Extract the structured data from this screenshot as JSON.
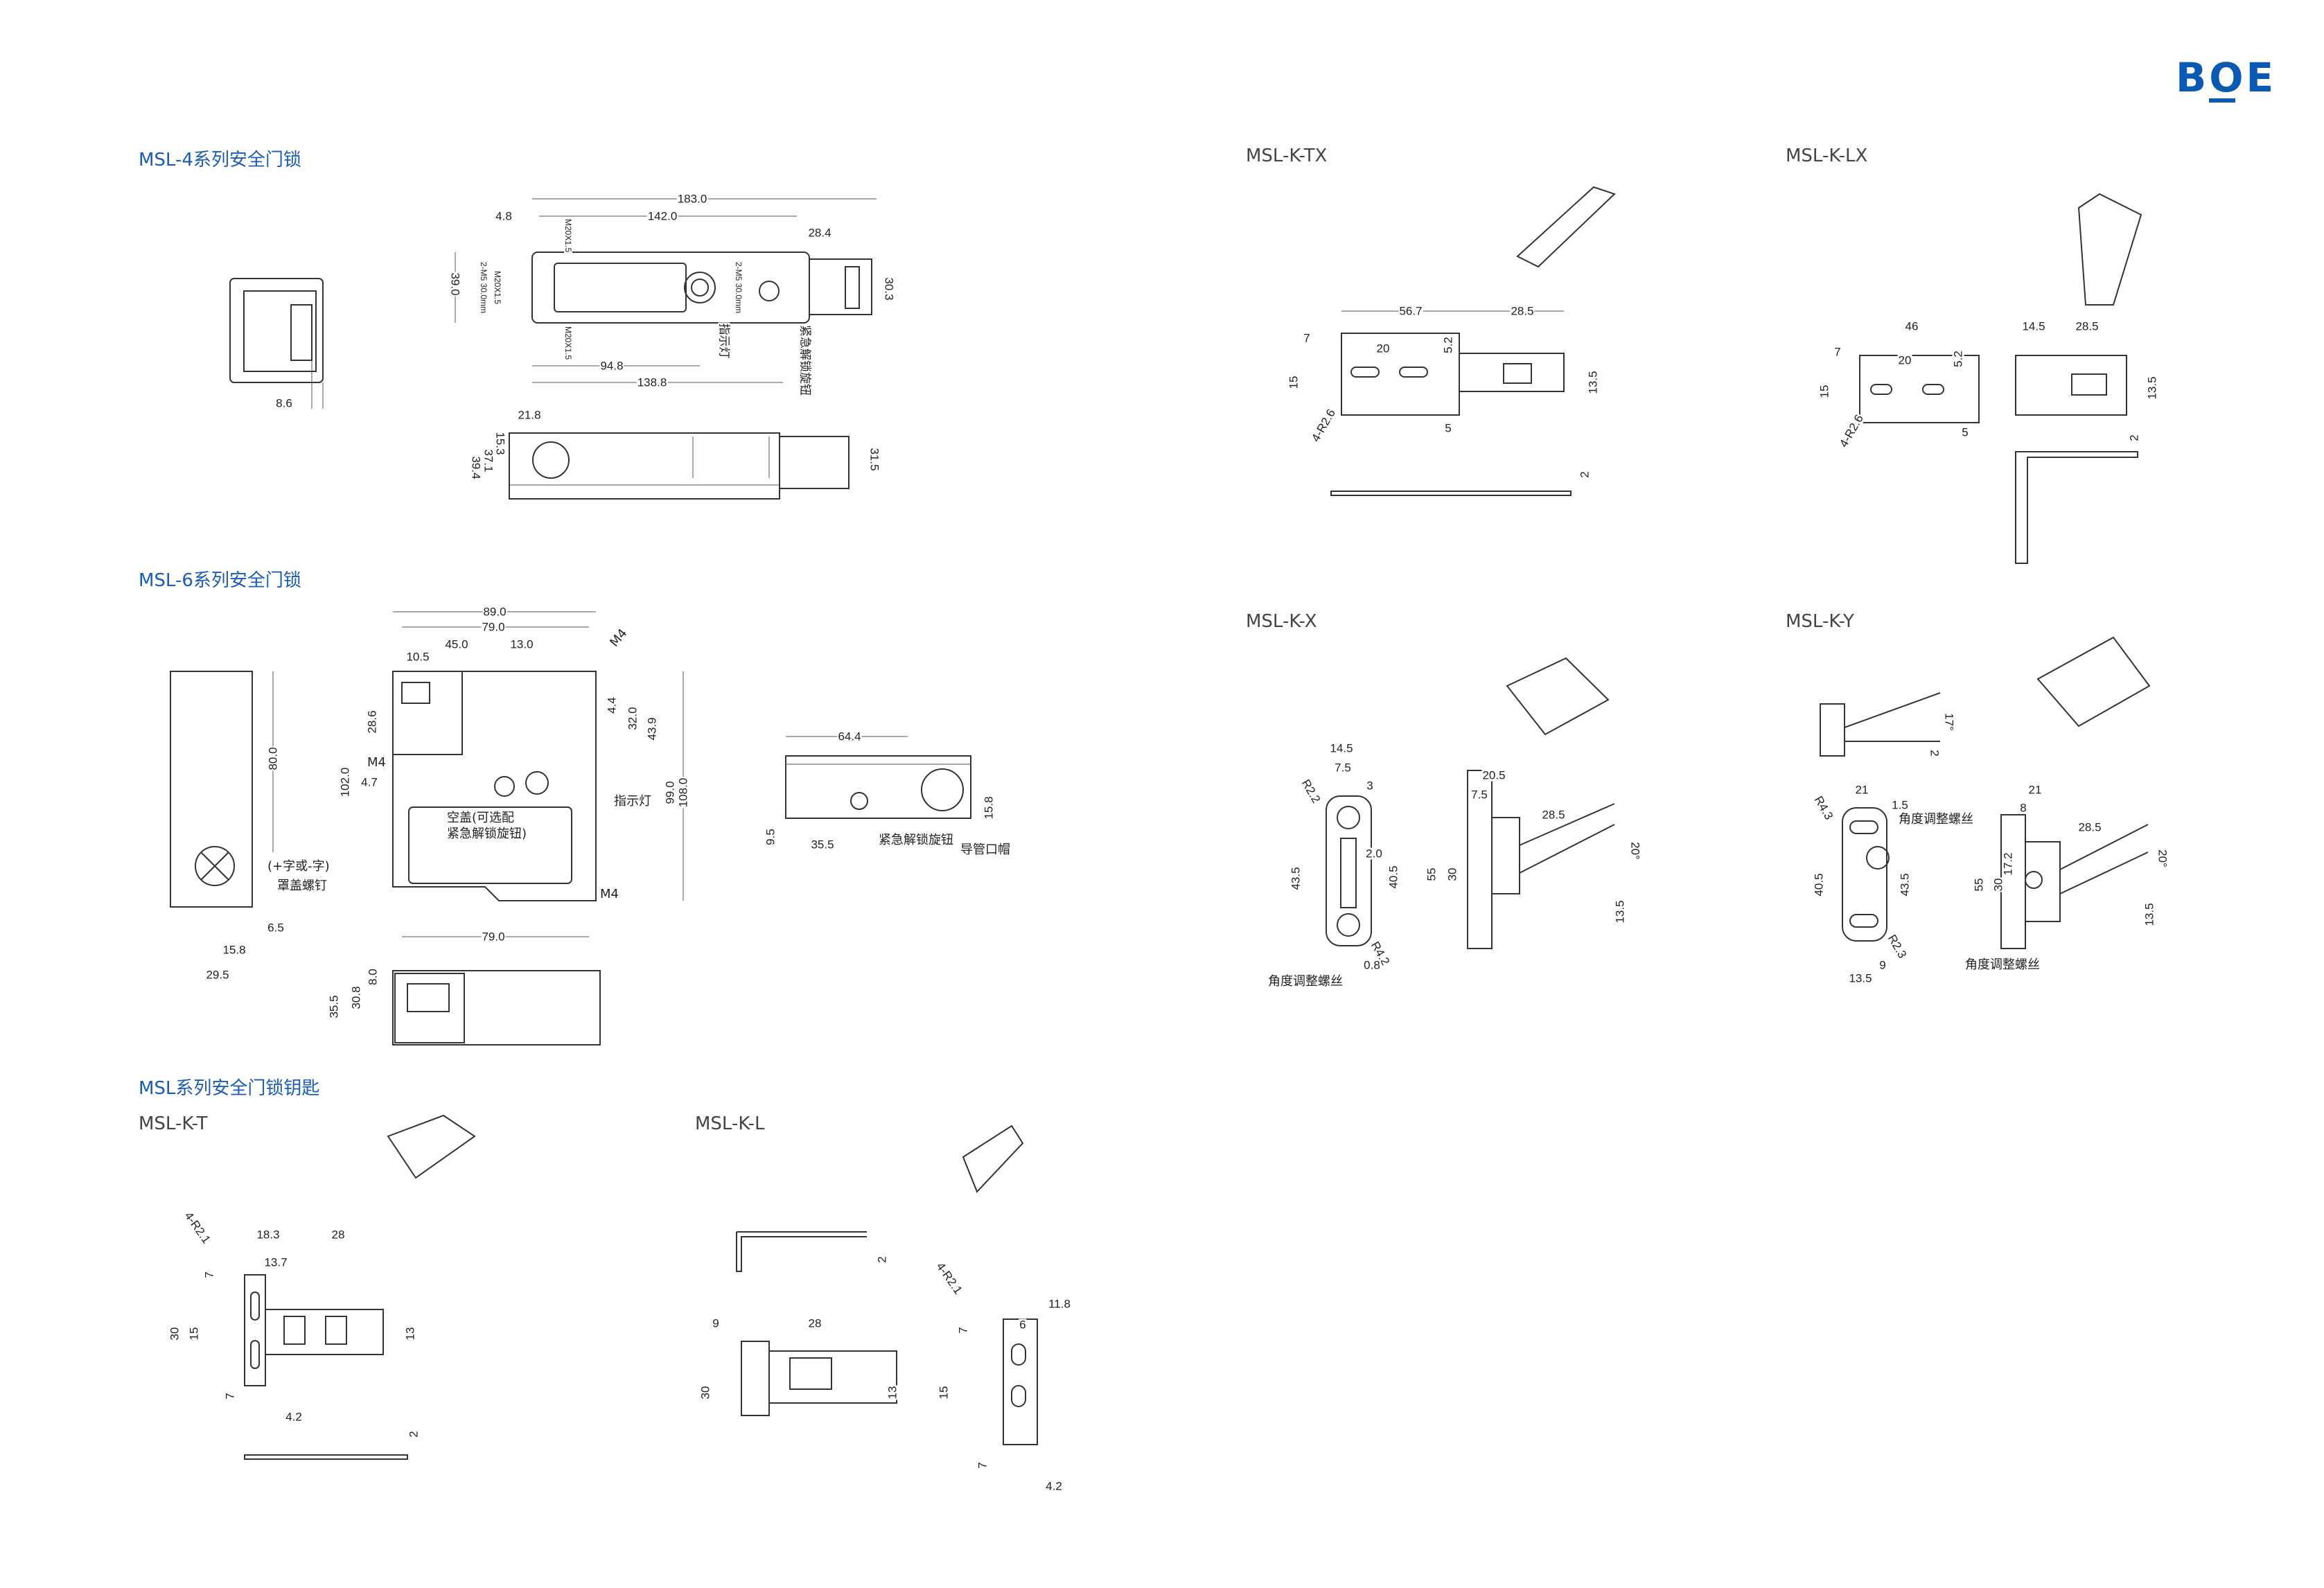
{
  "logo": "BOE",
  "msl4": {
    "title": "MSL-4系列安全门锁",
    "dims": [
      "8.6",
      "183.0",
      "142.0",
      "28.4",
      "4.8",
      "94.8",
      "138.8",
      "39.0",
      "30.3",
      "21.8",
      "15.3",
      "37.1",
      "39.4",
      "31.5"
    ],
    "labels": [
      "指示灯",
      "紧急解锁旋钮",
      "M20X1.5",
      "M20X1.5",
      "M20X1.5",
      "2-M5 30.0mm",
      "2-M5 30.0mm"
    ]
  },
  "msl6": {
    "title": "MSL-6系列安全门锁",
    "dims": [
      "80.0",
      "6.5",
      "15.8",
      "29.5",
      "89.0",
      "79.0",
      "45.0",
      "13.0",
      "10.5",
      "28.6",
      "102.0",
      "4.7",
      "4.4",
      "32.0",
      "43.9",
      "99.0",
      "108.0",
      "79.0",
      "35.5",
      "30.8",
      "8.0",
      "64.4",
      "15.8",
      "9.5",
      "35.5"
    ],
    "labels": [
      "(+字或-字)",
      "罩盖螺钉",
      "M4",
      "M4",
      "M4",
      "指示灯",
      "空盖(可选配",
      "紧急解锁旋钮)",
      "紧急解锁旋钮",
      "导管口帽"
    ]
  },
  "keys": {
    "title": "MSL系列安全门锁钥匙"
  },
  "kt": {
    "title": "MSL-K-T",
    "dims": [
      "18.3",
      "28",
      "13.7",
      "4-R2.1",
      "30",
      "15",
      "7",
      "7",
      "13",
      "4.2",
      "2"
    ]
  },
  "kl": {
    "title": "MSL-K-L",
    "dims": [
      "2",
      "9",
      "28",
      "30",
      "13",
      "11.8",
      "6",
      "4-R2.1",
      "7",
      "15",
      "7",
      "4.2"
    ]
  },
  "ktx": {
    "title": "MSL-K-TX",
    "dims": [
      "56.7",
      "28.5",
      "20",
      "7",
      "5.2",
      "15",
      "13.5",
      "4-R2.6",
      "5",
      "2"
    ]
  },
  "klx": {
    "title": "MSL-K-LX",
    "dims": [
      "46",
      "20",
      "7",
      "5.2",
      "15",
      "4-R2.6",
      "5",
      "14.5",
      "28.5",
      "13.5",
      "2"
    ]
  },
  "kx": {
    "title": "MSL-K-X",
    "dims": [
      "14.5",
      "7.5",
      "3",
      "R2.2",
      "2.0",
      "43.5",
      "40.5",
      "R4.2",
      "0.8",
      "20.5",
      "7.5",
      "28.5",
      "55",
      "30",
      "20°",
      "13.5"
    ],
    "labels": [
      "角度调整螺丝"
    ]
  },
  "ky": {
    "title": "MSL-K-Y",
    "dims": [
      "17°",
      "2",
      "21",
      "1.5",
      "R4.3",
      "40.5",
      "43.5",
      "R2.3",
      "9",
      "13.5",
      "21",
      "8",
      "28.5",
      "55",
      "30",
      "17.2",
      "20°",
      "13.5"
    ],
    "labels": [
      "角度调整螺丝",
      "角度调整螺丝"
    ]
  }
}
